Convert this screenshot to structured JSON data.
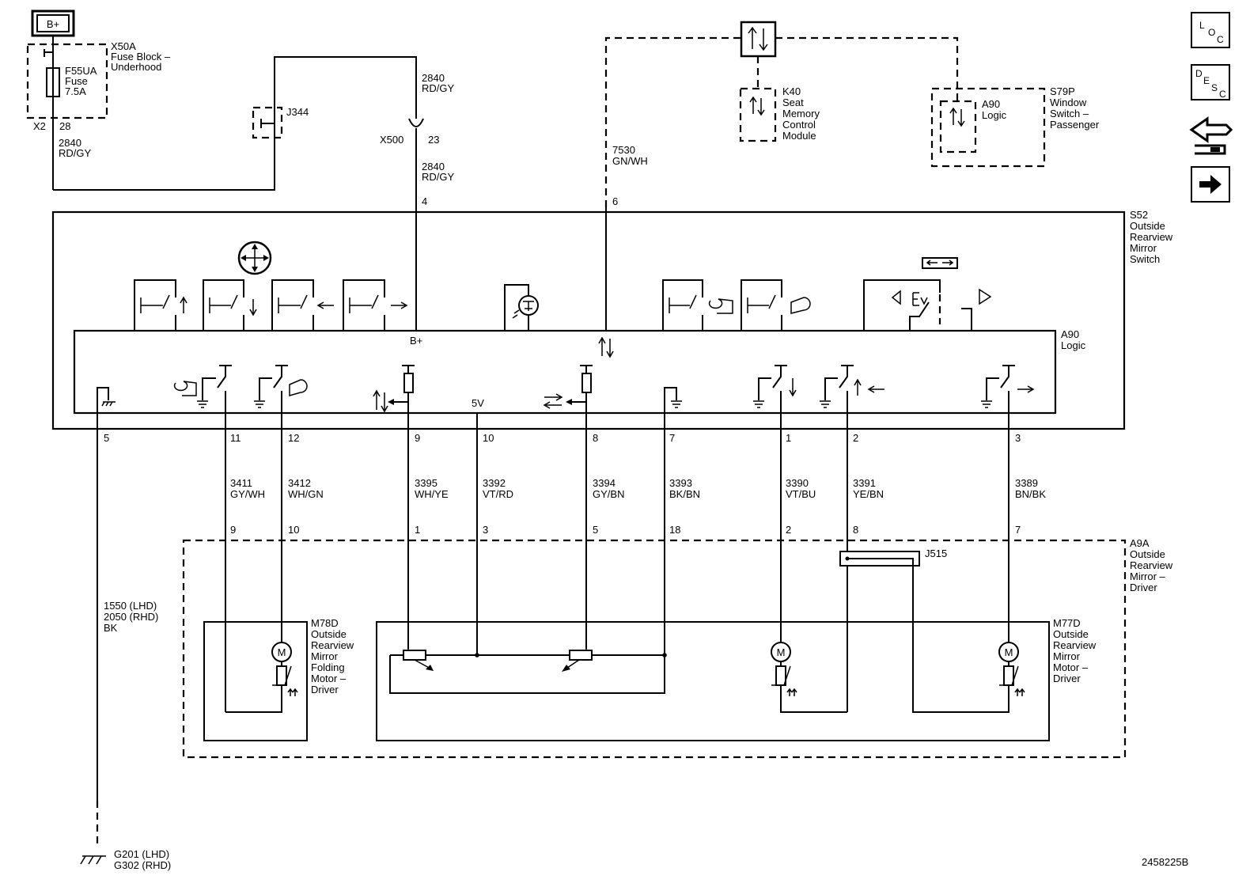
{
  "battery_label": "B+",
  "fuse_block": {
    "line1": "X50A",
    "line2": "Fuse Block –",
    "line3": "Underhood"
  },
  "fuse": {
    "line1": "F55UA",
    "line2": "Fuse",
    "line3": "7.5A"
  },
  "x2": {
    "conn": "X2",
    "pin": "28"
  },
  "wire_2840_a": {
    "circuit": "2840",
    "color": "RD/GY"
  },
  "wire_2840_b": {
    "circuit": "2840",
    "color": "RD/GY"
  },
  "wire_2840_c": {
    "circuit": "2840",
    "color": "RD/GY"
  },
  "splice_j344": "J344",
  "x500": {
    "conn": "X500",
    "pin": "23"
  },
  "wire_7530": {
    "circuit": "7530",
    "color": "GN/WH"
  },
  "k40": {
    "line1": "K40",
    "line2": "Seat",
    "line3": "Memory",
    "line4": "Control",
    "line5": "Module"
  },
  "s79p_logic": {
    "line1": "A90",
    "line2": "Logic"
  },
  "s79p": {
    "line1": "S79P",
    "line2": "Window",
    "line3": "Switch –",
    "line4": "Passenger"
  },
  "switch_pins_top": {
    "b_plus": "4",
    "data": "6"
  },
  "s52": {
    "line1": "S52",
    "line2": "Outside",
    "line3": "Rearview",
    "line4": "Mirror",
    "line5": "Switch"
  },
  "a90": {
    "line1": "A90",
    "line2": "Logic"
  },
  "b_plus_internal": "B+",
  "five_volt": "5V",
  "switch_pins_bottom": [
    "5",
    "11",
    "12",
    "9",
    "10",
    "8",
    "7",
    "1",
    "2",
    "3"
  ],
  "wires": [
    {
      "circuit": "3411",
      "color": "GY/WH"
    },
    {
      "circuit": "3412",
      "color": "WH/GN"
    },
    {
      "circuit": "3395",
      "color": "WH/YE"
    },
    {
      "circuit": "3392",
      "color": "VT/RD"
    },
    {
      "circuit": "3394",
      "color": "GY/BN"
    },
    {
      "circuit": "3393",
      "color": "BK/BN"
    },
    {
      "circuit": "3390",
      "color": "VT/BU"
    },
    {
      "circuit": "3391",
      "color": "YE/BN"
    },
    {
      "circuit": "3389",
      "color": "BN/BK"
    }
  ],
  "mirror_pins": [
    "9",
    "10",
    "1",
    "3",
    "5",
    "18",
    "2",
    "8",
    "7"
  ],
  "a9a": {
    "line1": "A9A",
    "line2": "Outside",
    "line3": "Rearview",
    "line4": "Mirror –",
    "line5": "Driver"
  },
  "splice_j515": "J515",
  "m78d": {
    "line1": "M78D",
    "line2": "Outside",
    "line3": "Rearview",
    "line4": "Mirror",
    "line5": "Folding",
    "line6": "Motor –",
    "line7": "Driver"
  },
  "m77d": {
    "line1": "M77D",
    "line2": "Outside",
    "line3": "Rearview",
    "line4": "Mirror",
    "line5": "Motor –",
    "line6": "Driver"
  },
  "motor_symbol": "M",
  "ground_wire": {
    "line1": "1550 (LHD)",
    "line2": "2050 (RHD)",
    "line3": "BK"
  },
  "ground": {
    "line1": "G201 (LHD)",
    "line2": "G302 (RHD)"
  },
  "doc_number": "2458225B",
  "nav": {
    "loc": {
      "l1": "L",
      "l2": "O",
      "l3": "C"
    },
    "desc": {
      "l1": "D",
      "l2": "E",
      "l3": "S",
      "l4": "C"
    }
  }
}
